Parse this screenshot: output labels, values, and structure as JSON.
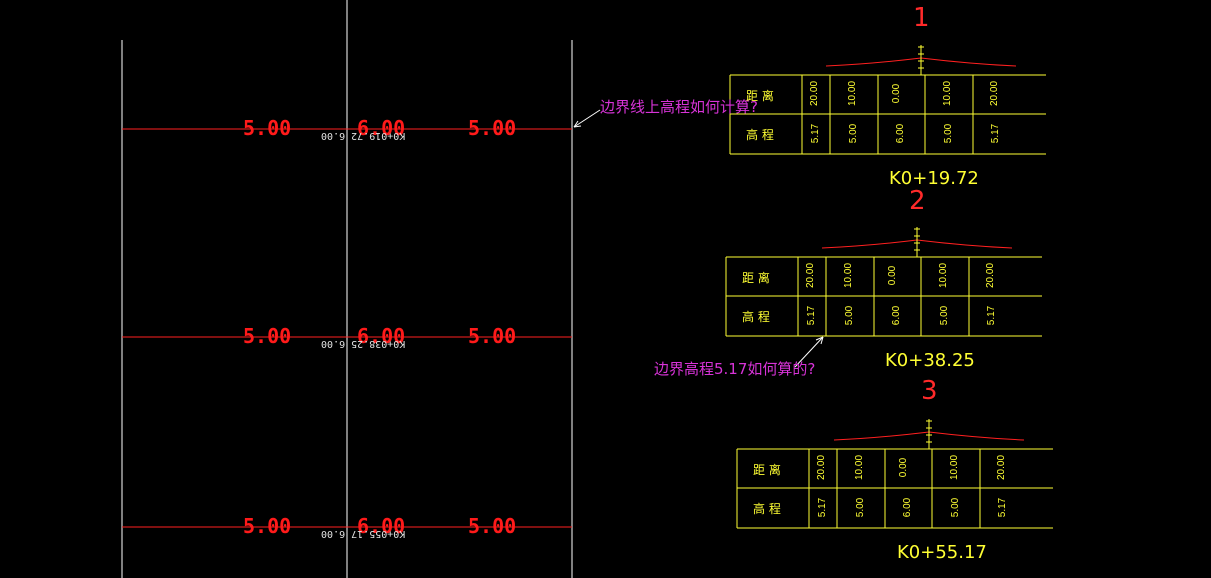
{
  "plan": {
    "rows": [
      {
        "left": "5.00",
        "center": "6.00",
        "right": "5.00",
        "station": "K0+019.72 6.00"
      },
      {
        "left": "5.00",
        "center": "6.00",
        "right": "5.00",
        "station": "K0+038.25 6.00"
      },
      {
        "left": "5.00",
        "center": "6.00",
        "right": "5.00",
        "station": "K0+055.17 6.00"
      }
    ]
  },
  "annotations": {
    "boundary_question": "边界线上高程如何计算?",
    "elevation_question": "边界高程5.17如何算的?"
  },
  "sections": [
    {
      "number": "1",
      "station": "K0+19.72",
      "distance_label": "距  离",
      "elevation_label": "高  程",
      "distances": [
        "20.00",
        "10.00",
        "0.00",
        "10.00",
        "20.00"
      ],
      "elevations": [
        "5.17",
        "5.00",
        "6.00",
        "5.00",
        "5.17"
      ]
    },
    {
      "number": "2",
      "station": "K0+38.25",
      "distance_label": "距  离",
      "elevation_label": "高  程",
      "distances": [
        "20.00",
        "10.00",
        "0.00",
        "10.00",
        "20.00"
      ],
      "elevations": [
        "5.17",
        "5.00",
        "6.00",
        "5.00",
        "5.17"
      ]
    },
    {
      "number": "3",
      "station": "K0+55.17",
      "distance_label": "距  离",
      "elevation_label": "高  程",
      "distances": [
        "20.00",
        "10.00",
        "0.00",
        "10.00",
        "20.00"
      ],
      "elevations": [
        "5.17",
        "5.00",
        "6.00",
        "5.00",
        "5.17"
      ]
    }
  ],
  "colors": {
    "background": "#000000",
    "line_red": "#ff2020",
    "grid_yellow": "#ffff33",
    "boundary_white": "#ffffff",
    "annotation_magenta": "#d733d7"
  }
}
